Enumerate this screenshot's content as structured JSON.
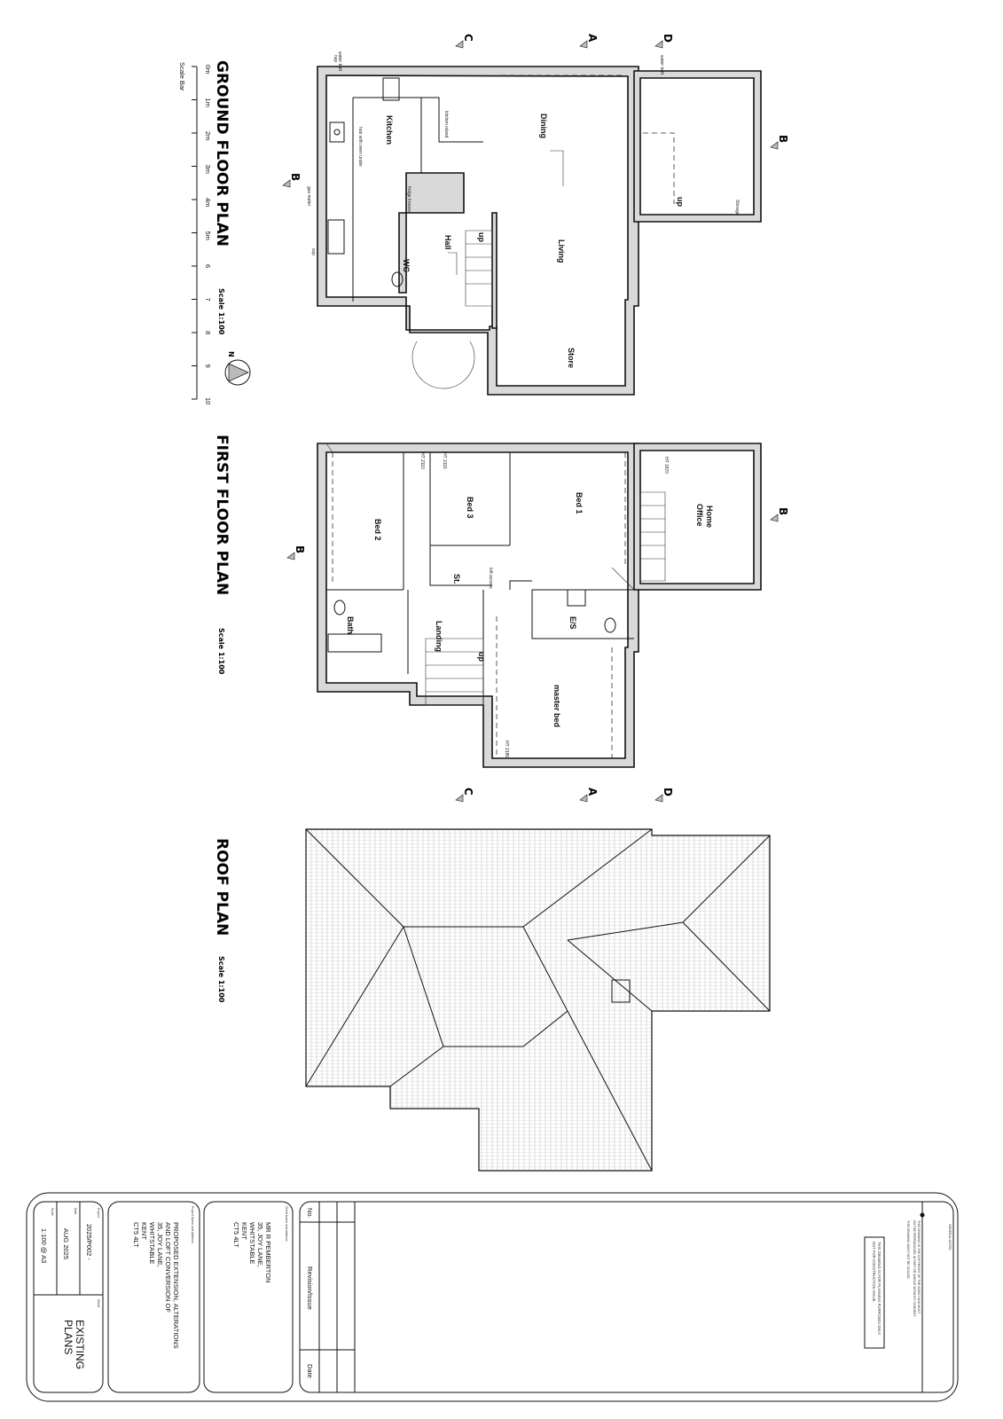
{
  "plans": {
    "ground": {
      "title": "GROUND FLOOR PLAN",
      "scale": "Scale 1:100",
      "rooms": {
        "kitchen": "Kitchen",
        "dining": "Dining",
        "living": "Living",
        "hall": "Hall",
        "wc": "WC",
        "store": "Store",
        "up": "up",
        "up2": "up",
        "storage": "Storage",
        "kitchen_island": "kitchen island",
        "hob": "hob with oven under",
        "fridge": "fridge freezer"
      },
      "annotations": {
        "water_butt": "water butt",
        "water_butt2": "water butt",
        "gas_meter": "gas meter",
        "rwp": "rwp",
        "svp": "svp"
      }
    },
    "first": {
      "title": "FIRST FLOOR PLAN",
      "scale": "Scale 1:100",
      "rooms": {
        "bed1": "Bed 1",
        "bed2": "Bed 2",
        "bed3": "Bed 3",
        "store": "St.",
        "landing": "Landing",
        "bath": "Bath",
        "ensuite": "E/S",
        "master": "master bed",
        "office_1": "Home",
        "office_2": "Office",
        "up": "up",
        "loft": "loft access"
      },
      "heights": {
        "h2110": "HT 2110",
        "h2115": "HT 2115",
        "h1870": "HT 1870",
        "h2185": "HT 2185"
      }
    },
    "roof": {
      "title": "ROOF PLAN",
      "scale": "Scale 1:100"
    }
  },
  "sections": {
    "a": "A",
    "b": "B",
    "c": "C",
    "d": "D"
  },
  "scale_bar": {
    "label": "Scale Bar",
    "ticks": [
      "0m",
      "1m",
      "2m",
      "3m",
      "4m",
      "5m",
      "6",
      "7",
      "8",
      "9",
      "10"
    ],
    "north": "N"
  },
  "title_block": {
    "general_notes_label": "GENERAL NOTES",
    "notes": [
      "THIS DRAWING IS THE COPYRIGHT OF THE AGENT AND MUST",
      "NOT BE REPRODUCED IN PART OR WHOLE WITHOUT CONSENT.",
      "THIS DRAWING MUST NOT BE SCALED."
    ],
    "planning_notice": [
      "THIS DRAWING IS FOR PLANNING PURPOSES ONLY.",
      "NOT FOR CONSTRUCTION ISSUE."
    ],
    "revisions": {
      "no": "No.",
      "revision": "Revision/Issue",
      "date": "Date"
    },
    "client": {
      "label": "Client Name and Address",
      "lines": [
        "MR R PEMBERTON",
        "35, JOY LANE,",
        "WHITSTABLE",
        "KENT",
        "CT5 4LT"
      ]
    },
    "project": {
      "label": "Project Name and Address",
      "lines": [
        "PROPOSED EXTENSION, ALTERATIONS",
        "AND LOFT CONVERSION OF",
        "35, JOY LANE,",
        "WHITSTABLE",
        "KENT",
        "CT5 4LT"
      ]
    },
    "project_no": {
      "label": "Project",
      "value": "2025/P002 -"
    },
    "date": {
      "label": "Date",
      "value": "AUG 2025"
    },
    "scale": {
      "label": "Scale",
      "value": "1:100 @ A3"
    },
    "sheet": {
      "label": "Sheet",
      "lines": [
        "EXISTING",
        "PLANS"
      ]
    }
  }
}
